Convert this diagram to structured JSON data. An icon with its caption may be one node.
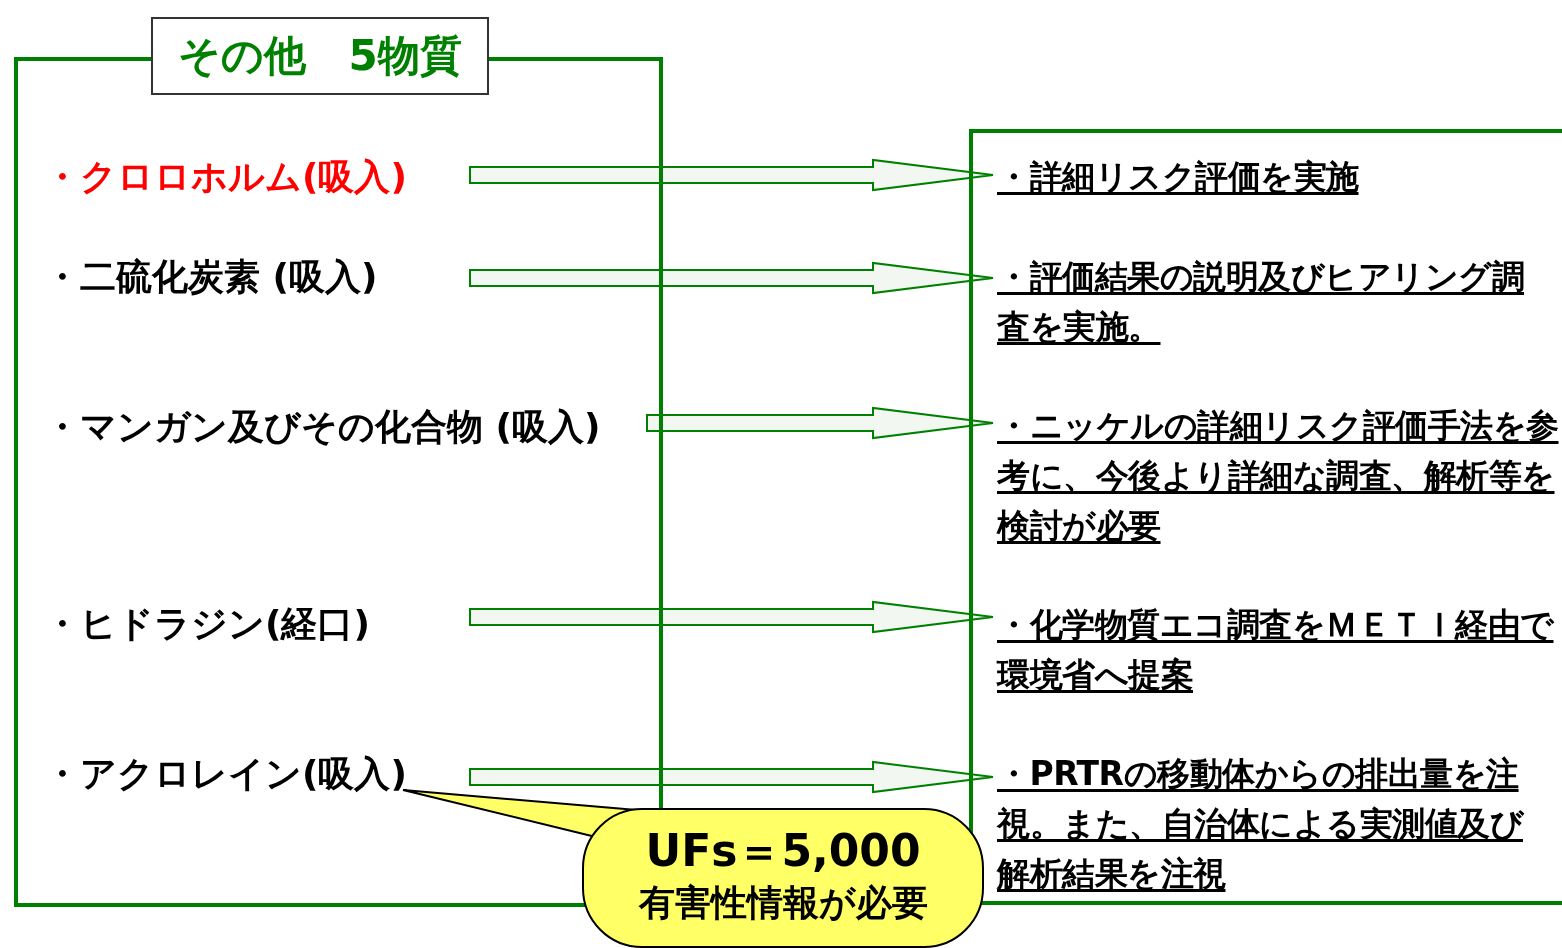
{
  "diagram": {
    "nodes": [
      {
        "text": [
          "その他　5物質"
        ]
      },
      {
        "text": [
          "・クロロホルム(吸入)"
        ],
        "in": 0
      },
      {
        "text": [
          "・二硫化炭素 (吸入)"
        ],
        "in": 0
      },
      {
        "text": [
          "・マンガン及びその化合物 (吸入)"
        ],
        "in": 0
      },
      {
        "text": [
          "・ヒドラジン(経口)"
        ],
        "in": 0
      },
      {
        "text": [
          "・アクロレイン(吸入)"
        ],
        "in": 0
      },
      {
        "text": [],
        "shape": "box"
      },
      {
        "text": [
          "・詳細リスク評価を実施"
        ],
        "in": 6
      },
      {
        "text": [
          "・評価結果の説明及びヒアリング調査を実施。"
        ],
        "in": 6
      },
      {
        "text": [
          "・ニッケルの詳細リスク評価手法を参考に、今後より詳細な調査、解析等を検討が必要"
        ],
        "in": 6
      },
      {
        "text": [
          "・化学物質エコ調査をＭＥＴＩ経由で環境省へ提案"
        ],
        "in": 6
      },
      {
        "text": [
          "・PRTRの移動体からの排出量を注視。また、自治体による実測値及び解析結果を注視"
        ],
        "in": 6
      },
      {
        "text": [
          "UFs＝5,000",
          "有害性情報が必要"
        ]
      }
    ],
    "edges": [
      {
        "from": 1,
        "to": 7,
        "arrow": "to"
      },
      {
        "from": 2,
        "to": 8,
        "arrow": "to"
      },
      {
        "from": 3,
        "to": 9,
        "arrow": "to"
      },
      {
        "from": 4,
        "to": 10,
        "arrow": "to"
      },
      {
        "from": 5,
        "to": 11,
        "arrow": "to"
      },
      {
        "from": 12,
        "to": 5,
        "arrow": "none"
      }
    ]
  }
}
